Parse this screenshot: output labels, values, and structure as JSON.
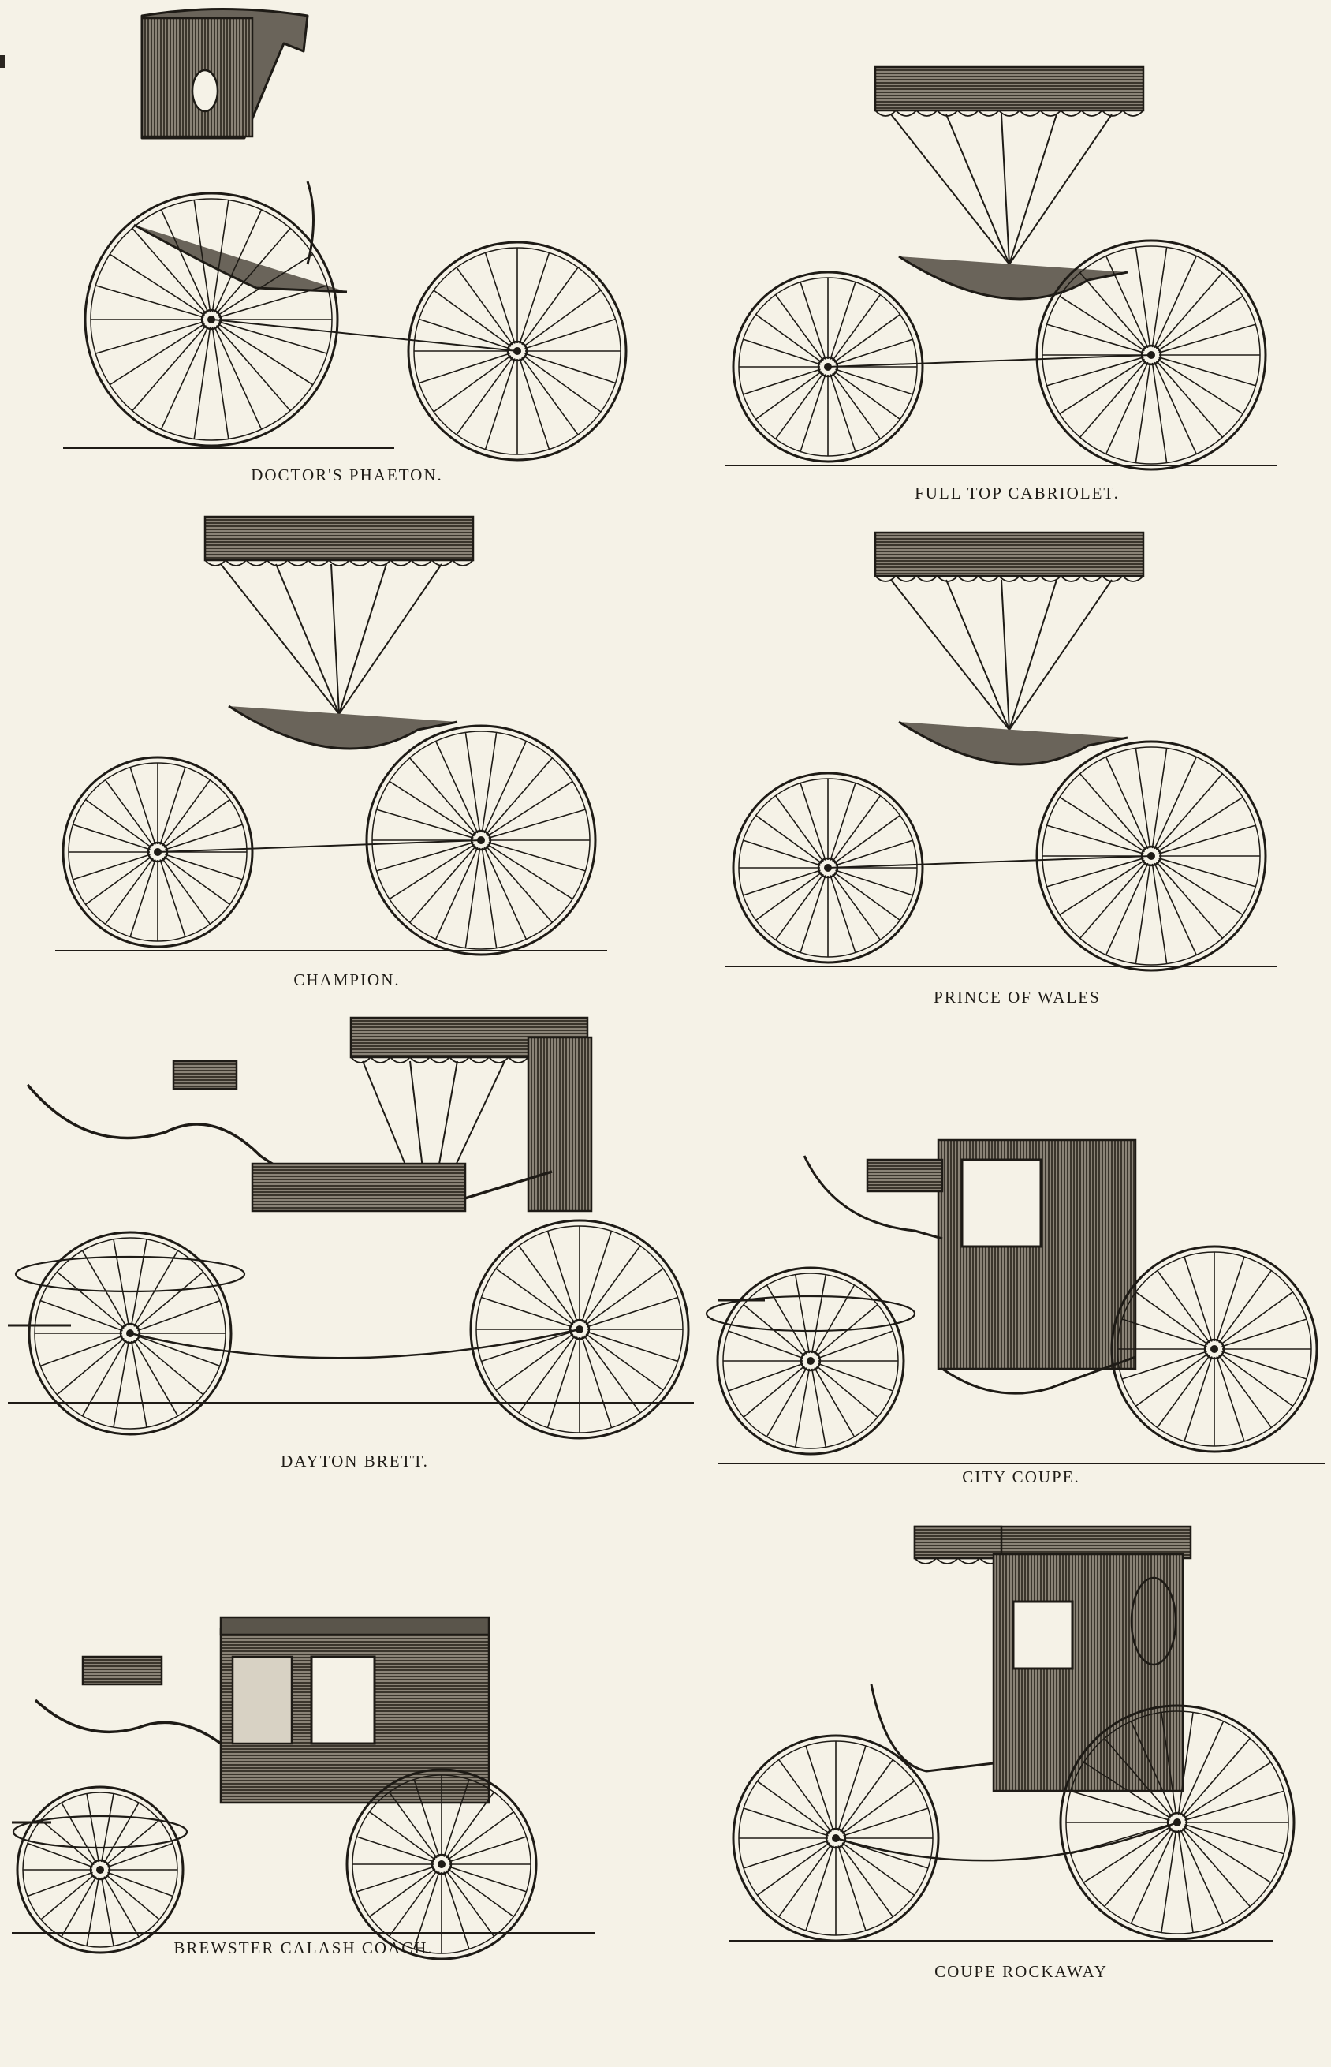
{
  "plates": [
    {
      "caption": "DOCTOR'S PHAETON.",
      "style": "buggy_falling_top"
    },
    {
      "caption": "FULL TOP CABRIOLET.",
      "style": "canopy"
    },
    {
      "caption": "CHAMPION.",
      "style": "canopy"
    },
    {
      "caption": "PRINCE OF WALES",
      "style": "canopy"
    },
    {
      "caption": "DAYTON BRETT.",
      "style": "brett"
    },
    {
      "caption": "CITY COUPE.",
      "style": "coupe"
    },
    {
      "caption": "BREWSTER CALASH COACH.",
      "style": "coach"
    },
    {
      "caption": "COUPE ROCKAWAY",
      "style": "rockaway"
    }
  ],
  "colors": {
    "paper": "#f5f2e7",
    "ink": "#1e1b16",
    "ink_shade": "#3a352c"
  }
}
